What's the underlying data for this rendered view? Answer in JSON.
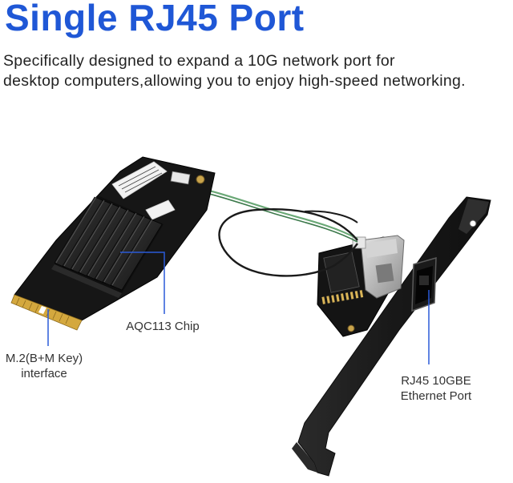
{
  "header": {
    "title": "Single RJ45 Port",
    "subtitle_line1": "Specifically designed to expand a 10G network port for",
    "subtitle_line2": "desktop computers,allowing you to enjoy high-speed networking."
  },
  "callouts": {
    "chip": "AQC113 Chip",
    "m2_line1": "M.2(B+M Key)",
    "m2_line2": "interface",
    "rj45_line1": "RJ45 10GBE",
    "rj45_line2": "Ethernet Port"
  },
  "colors": {
    "title": "#1f57d6",
    "callout_line": "#2a5ad8",
    "text": "#222222"
  }
}
